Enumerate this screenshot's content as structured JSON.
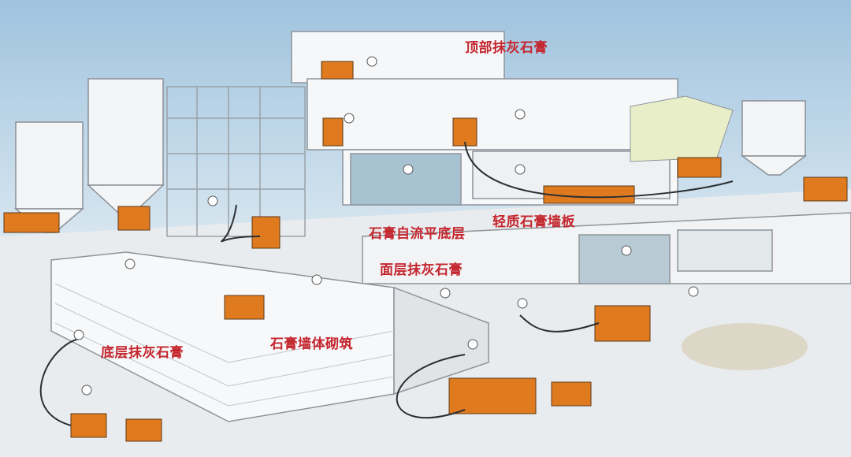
{
  "labels": {
    "top_plaster": "顶部抹灰石膏",
    "self_leveling": "石膏自流平底层",
    "lightweight_board": "轻质石膏墙板",
    "surface_plaster": "面层抹灰石膏",
    "base_plaster": "底层抹灰石膏",
    "wall_masonry": "石膏墙体砌筑"
  },
  "colors": {
    "label": "#c4262e",
    "machine": "#e07a1f",
    "sky": "#a9cbe3"
  }
}
